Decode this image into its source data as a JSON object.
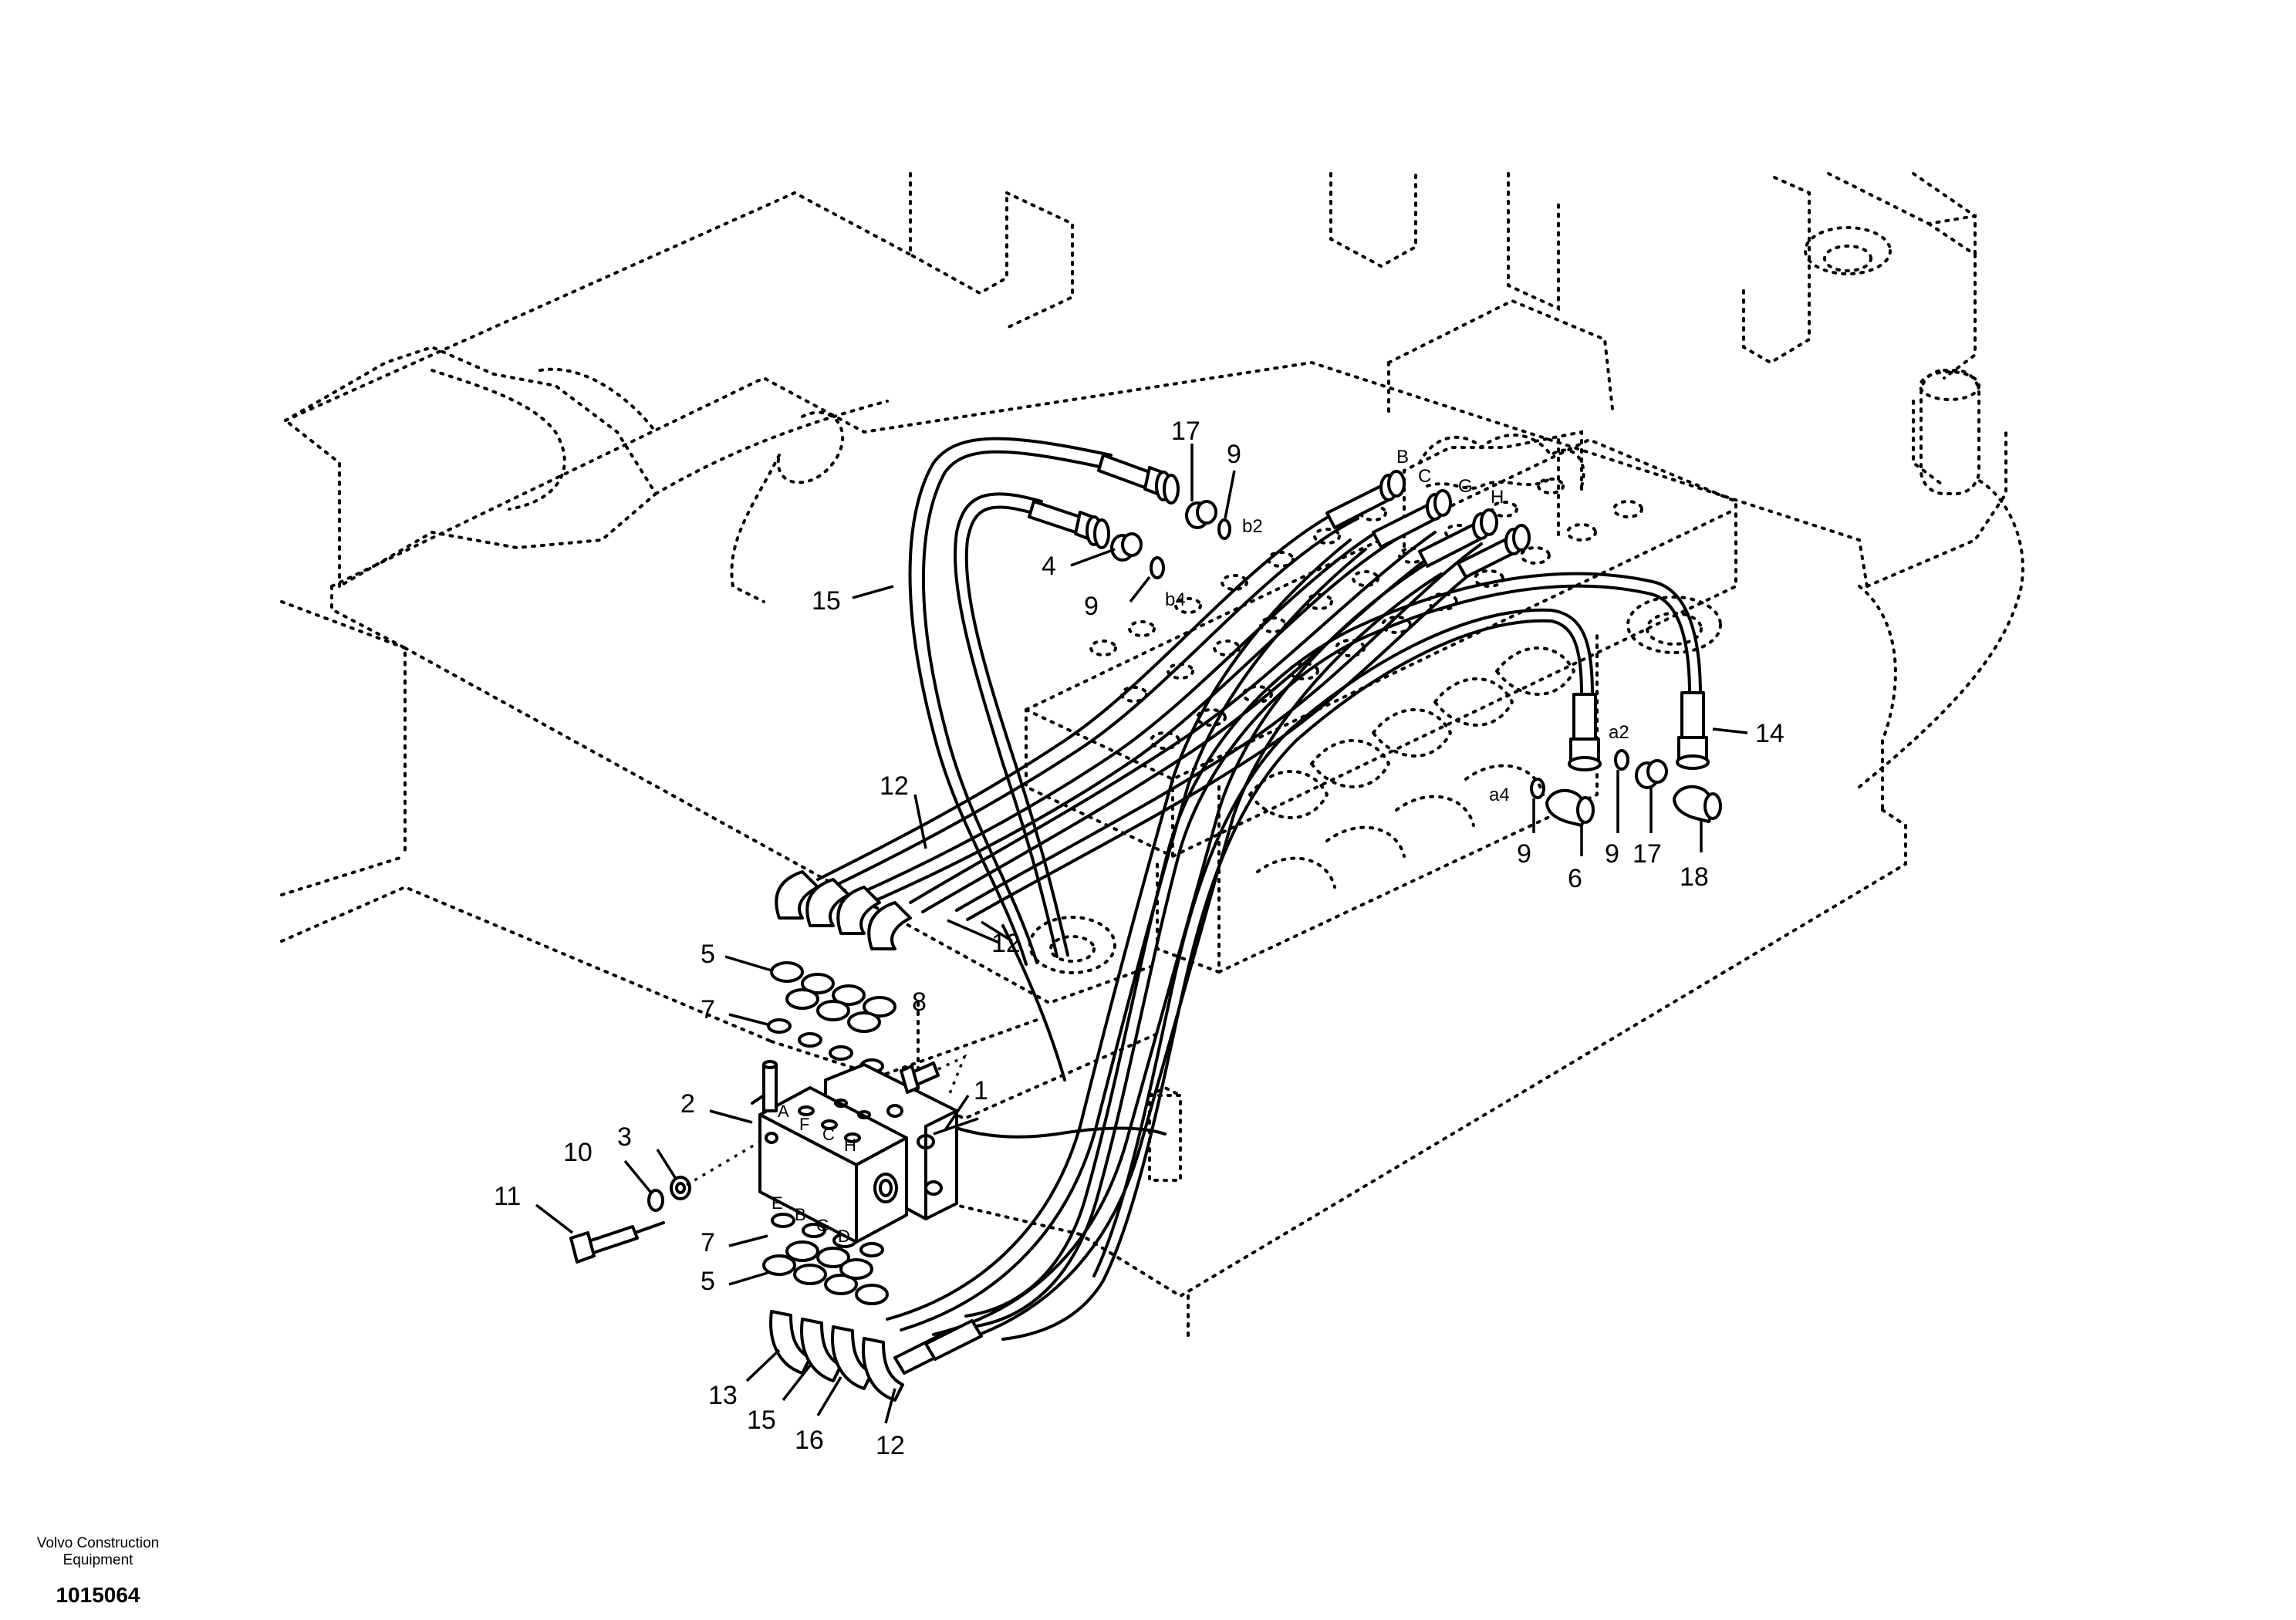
{
  "callouts": {
    "c1": "1",
    "c2": "2",
    "c3": "3",
    "c4": "4",
    "c5a": "5",
    "c5b": "5",
    "c6": "6",
    "c7a": "7",
    "c7b": "7",
    "c8": "8",
    "c9a": "9",
    "c9b": "9",
    "c9c": "9",
    "c9d": "9",
    "c10": "10",
    "c11": "11",
    "c12a": "12",
    "c12b": "12",
    "c12c": "12",
    "c13": "13",
    "c14": "14",
    "c15a": "15",
    "c15b": "15",
    "c16": "16",
    "c17a": "17",
    "c17b": "17",
    "c18": "18"
  },
  "port_refs": {
    "b2": "b2",
    "b4": "b4",
    "a2": "a2",
    "a4": "a4"
  },
  "hose_letters": {
    "B": "B",
    "C": "C",
    "G": "G",
    "H": "H"
  },
  "block_ports": {
    "A": "A",
    "F": "F",
    "C": "C",
    "H": "H",
    "E": "E",
    "B": "B",
    "G": "G",
    "D": "D"
  },
  "footer": {
    "brand_line1": "Volvo Construction",
    "brand_line2": "Equipment",
    "doc_number": "1015064"
  }
}
